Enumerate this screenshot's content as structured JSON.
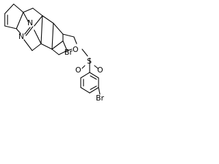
{
  "molecule": {
    "atoms": {
      "n1": "N",
      "n2": "N",
      "br_core": "Br",
      "oxygen": "O",
      "sulfur": "S",
      "oxo_left": "O",
      "oxo_right": "O",
      "br_aryl": "Br"
    }
  }
}
